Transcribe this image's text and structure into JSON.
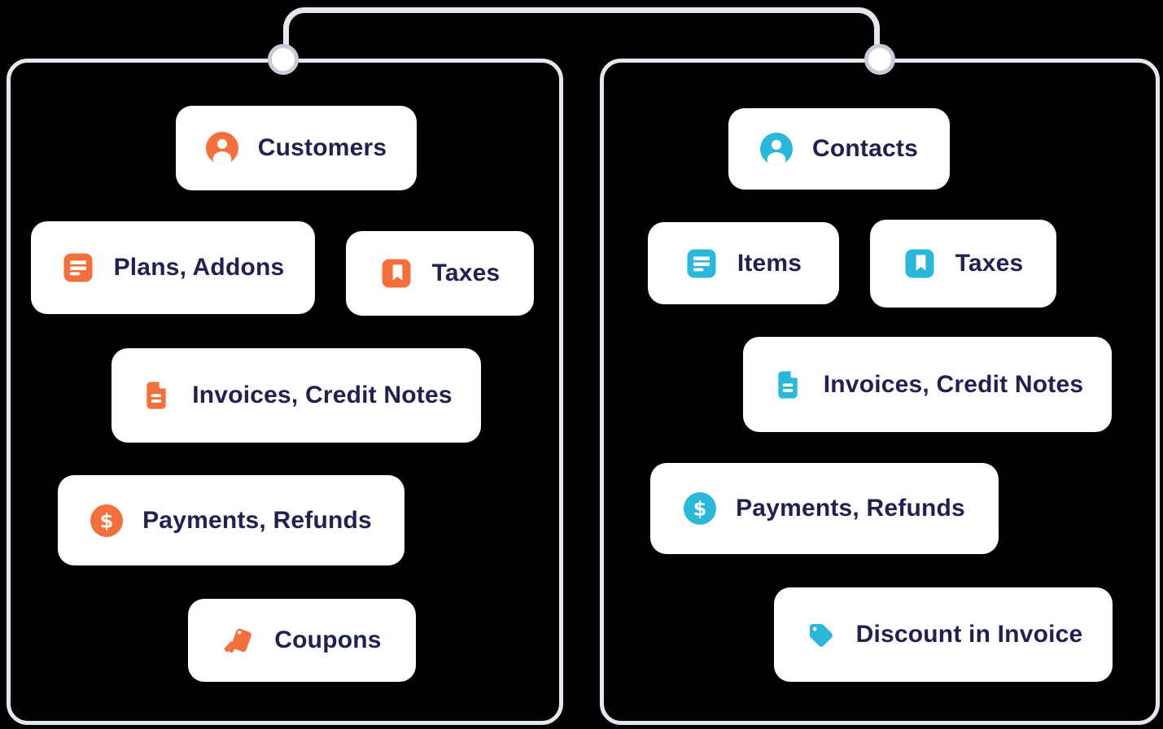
{
  "colors": {
    "background": "#000000",
    "card_background": "#FFFFFF",
    "label_text": "#1F2150",
    "panel_border": "#E3E7EE",
    "connector_line": "#E3E7EE",
    "node_fill": "#FFFFFF",
    "node_ring": "#C7CCD6"
  },
  "panels": [
    {
      "name": "left",
      "accent_color": "#F56F3C",
      "items": [
        {
          "icon": "user-icon",
          "label": "Customers"
        },
        {
          "icon": "list-icon",
          "label": "Plans, Addons"
        },
        {
          "icon": "bookmark-icon",
          "label": "Taxes"
        },
        {
          "icon": "document-icon",
          "label": "Invoices, Credit Notes"
        },
        {
          "icon": "dollar-icon",
          "label": "Payments, Refunds"
        },
        {
          "icon": "coupon-stack-icon",
          "label": "Coupons"
        }
      ]
    },
    {
      "name": "right",
      "accent_color": "#29B7DA",
      "items": [
        {
          "icon": "user-icon",
          "label": "Contacts"
        },
        {
          "icon": "list-icon",
          "label": "Items"
        },
        {
          "icon": "bookmark-icon",
          "label": "Taxes"
        },
        {
          "icon": "document-icon",
          "label": "Invoices, Credit Notes"
        },
        {
          "icon": "dollar-icon",
          "label": "Payments, Refunds"
        },
        {
          "icon": "price-tag-icon",
          "label": "Discount in Invoice"
        }
      ]
    }
  ]
}
